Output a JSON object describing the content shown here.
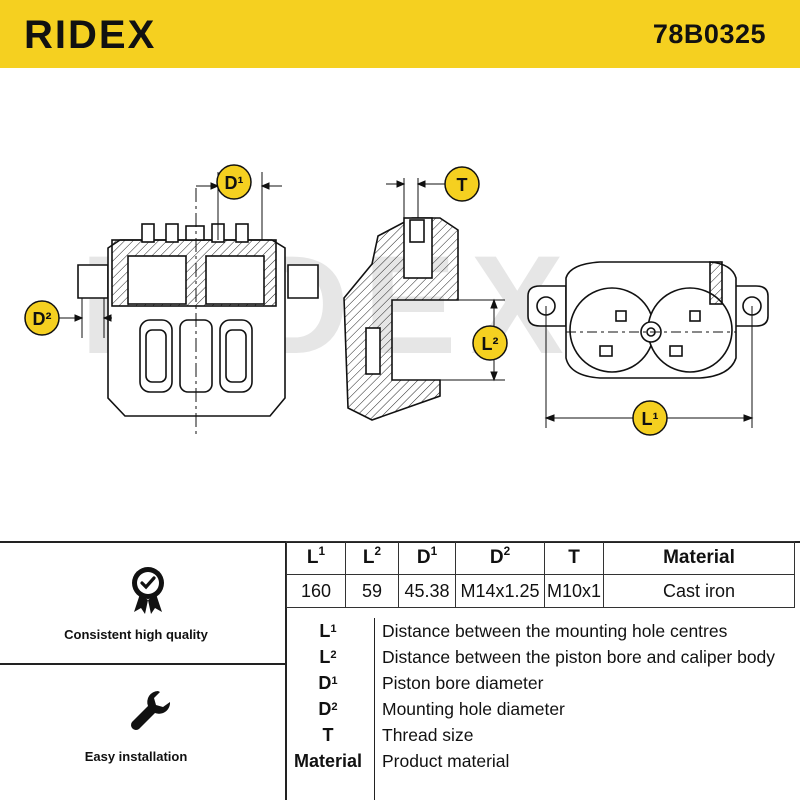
{
  "header": {
    "brand": "RIDEX",
    "part_number": "78B0325",
    "colors": {
      "accent": "#f5d020",
      "text": "#111111"
    }
  },
  "drawing": {
    "watermark": "RIDEX",
    "callouts": {
      "d1": "D¹",
      "d2": "D²",
      "t": "T",
      "l1": "L¹",
      "l2": "L²"
    }
  },
  "features": [
    {
      "icon": "quality-badge-icon",
      "label": "Consistent high quality"
    },
    {
      "icon": "wrench-icon",
      "label": "Easy installation"
    }
  ],
  "spec_table": {
    "headers": [
      "L¹",
      "L²",
      "D¹",
      "D²",
      "T",
      "Material"
    ],
    "values": [
      "160",
      "59",
      "45.38",
      "M14x1.25",
      "M10x1",
      "Cast iron"
    ]
  },
  "legend": [
    {
      "key": "L¹",
      "desc": "Distance between the mounting hole centres"
    },
    {
      "key": "L²",
      "desc": "Distance between the piston bore and caliper body"
    },
    {
      "key": "D¹",
      "desc": "Piston bore diameter"
    },
    {
      "key": "D²",
      "desc": "Mounting hole diameter"
    },
    {
      "key": "T",
      "desc": "Thread size"
    },
    {
      "key": "Material",
      "desc": "Product material"
    }
  ]
}
